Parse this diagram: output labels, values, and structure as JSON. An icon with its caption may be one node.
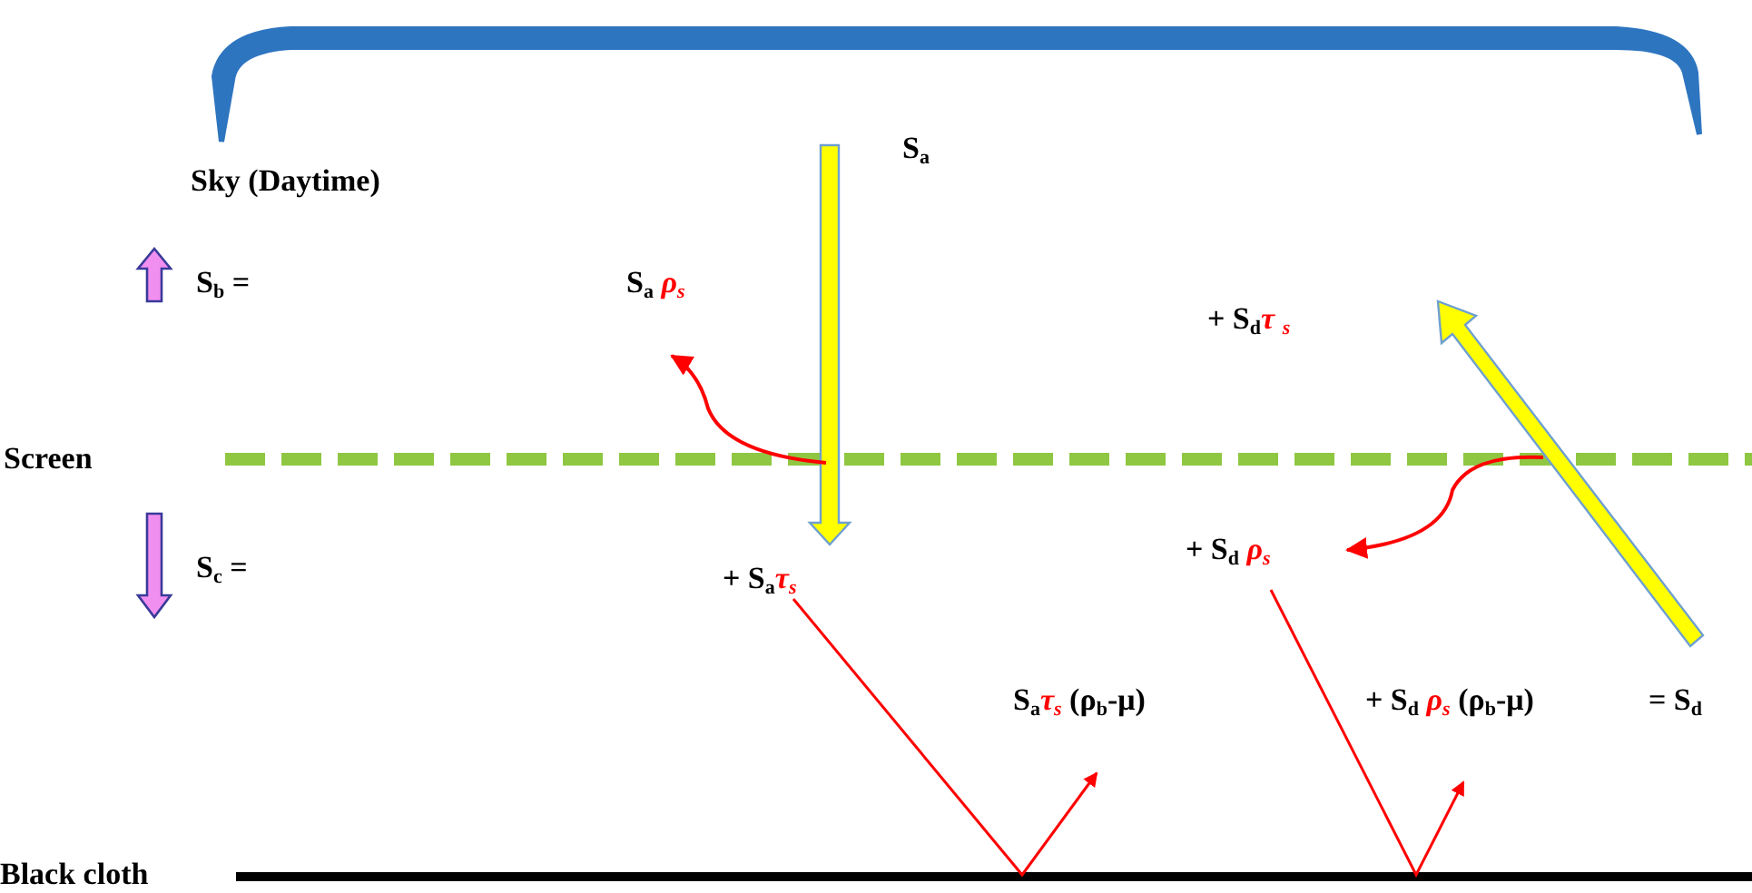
{
  "diagram": {
    "labels": [
      "S$_{a}$",
      "Sky (Daytime)",
      "S$_{b}$ =",
      "S$_{a}$ *ρ$_{s}$*",
      "+ S$_{d}$*τ $_{s}$*",
      "Screen",
      "S$_{c}$ =",
      "+ S$_{a}$*τ$_{s}$*",
      "+ S$_{d}$ *ρ$_{s}$*",
      "S$_{a}$*τ$_{s}$* (ρ$_{b}$-μ)",
      "+ S$_{d}$ *ρ$_{s}$* (ρ$_{b}$-μ)",
      "= S$_{d}$",
      "Black cloth"
    ]
  }
}
